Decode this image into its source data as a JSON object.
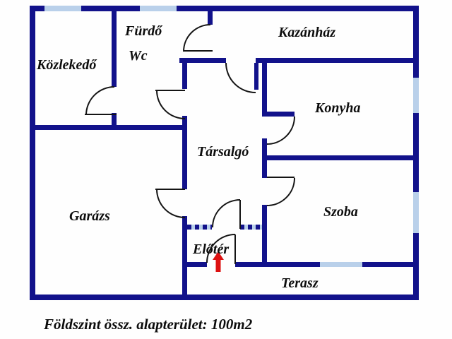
{
  "meta": {
    "type": "floor-plan",
    "floor_caption": "Földszint össz. alapterület: 100m2"
  },
  "rooms": {
    "kozlekedo": "Közlekedő",
    "furdo": "Fürdő",
    "wc": "Wc",
    "kazanhaz": "Kazánház",
    "konyha": "Konyha",
    "tarsalgo": "Társalgó",
    "garazs": "Garázs",
    "szoba": "Szoba",
    "eloter": "Előtér",
    "terasz": "Terasz"
  },
  "colors": {
    "wall": "#12128b",
    "window": "#b9d0ea",
    "door_arc": "#141414",
    "entrance_arrow": "#dd1111",
    "text": "#0d0d0d",
    "background": "#fefefe"
  },
  "markers": {
    "entrance_arrow_direction": "up"
  }
}
